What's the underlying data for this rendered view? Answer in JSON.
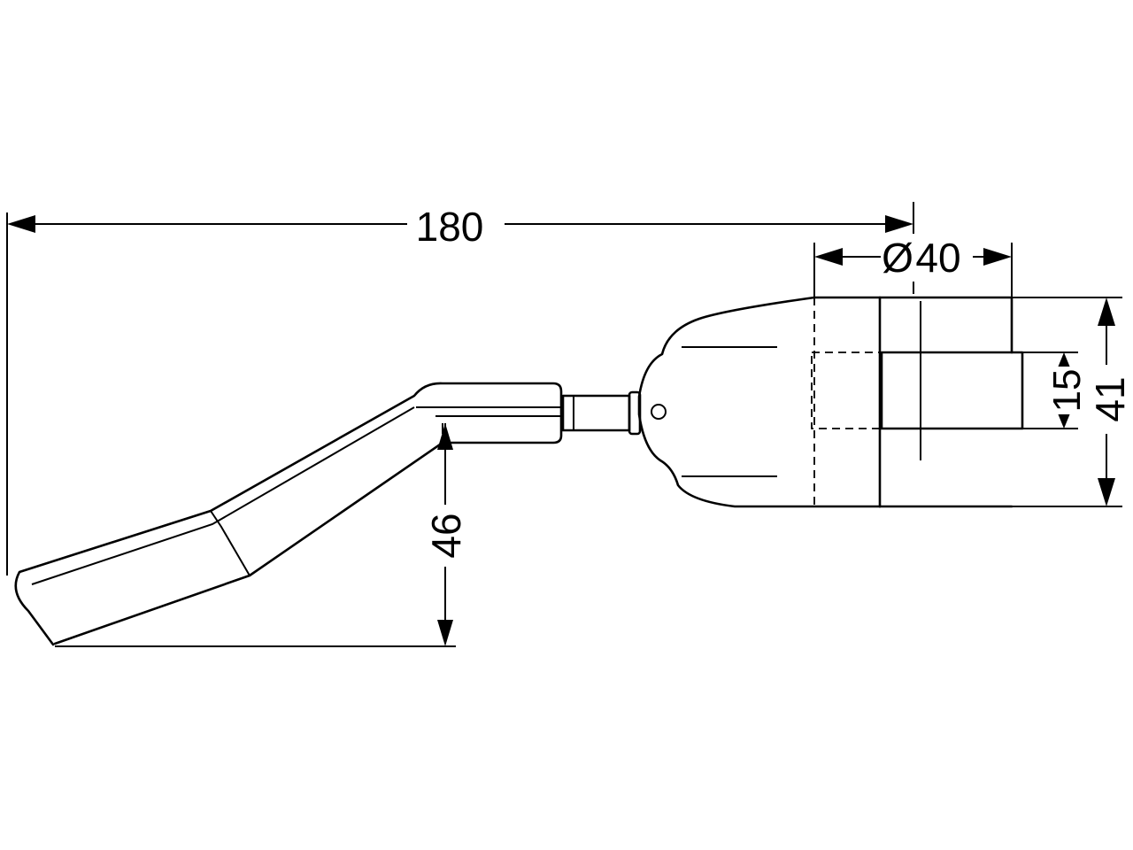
{
  "dimensions": {
    "overall_length": {
      "value": "180"
    },
    "housing_diameter": {
      "symbol": "Ø",
      "value": "40"
    },
    "housing_height": {
      "value": "41"
    },
    "inner_height": {
      "value": "15"
    },
    "lever_drop": {
      "value": "46"
    }
  }
}
